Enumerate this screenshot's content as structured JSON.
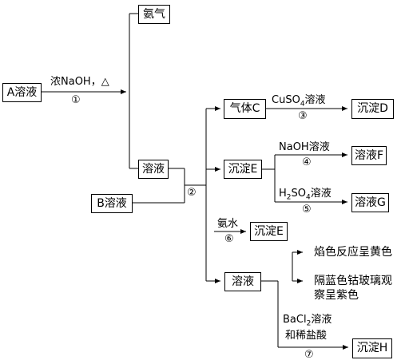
{
  "nodes": {
    "a_solution": "A溶液",
    "ammonia_gas": "氨气",
    "solution_1": "溶液",
    "b_solution": "B溶液",
    "gas_c": "气体C",
    "precipitate_d": "沉淀D",
    "precipitate_e": "沉淀E",
    "solution_f": "溶液F",
    "solution_g": "溶液G",
    "precipitate_e2": "沉淀E",
    "solution_2": "溶液",
    "precipitate_h": "沉淀H"
  },
  "labels": {
    "step1_reagent": "浓NaOH，△",
    "step1_num": "①",
    "step2_num": "②",
    "step3_reagent": "CuSO",
    "step3_sub": "4",
    "step3_suffix": "溶液",
    "step3_num": "③",
    "step4_reagent": "NaOH溶液",
    "step4_num": "④",
    "step5_reagent_a": "H",
    "step5_sub1": "2",
    "step5_reagent_b": "SO",
    "step5_sub2": "4",
    "step5_suffix": "溶液",
    "step5_num": "⑤",
    "step6_reagent": "氨水",
    "step6_num": "⑥",
    "step7_reagent_line1": "BaCl",
    "step7_sub": "2",
    "step7_suffix": "溶液",
    "step7_reagent_line2": "和稀盐酸",
    "step7_num": "⑦",
    "flame_test": "焰色反应呈黄色",
    "cobalt_glass_line1": "隔蓝色钴玻璃观",
    "cobalt_glass_line2": "察呈紫色"
  }
}
